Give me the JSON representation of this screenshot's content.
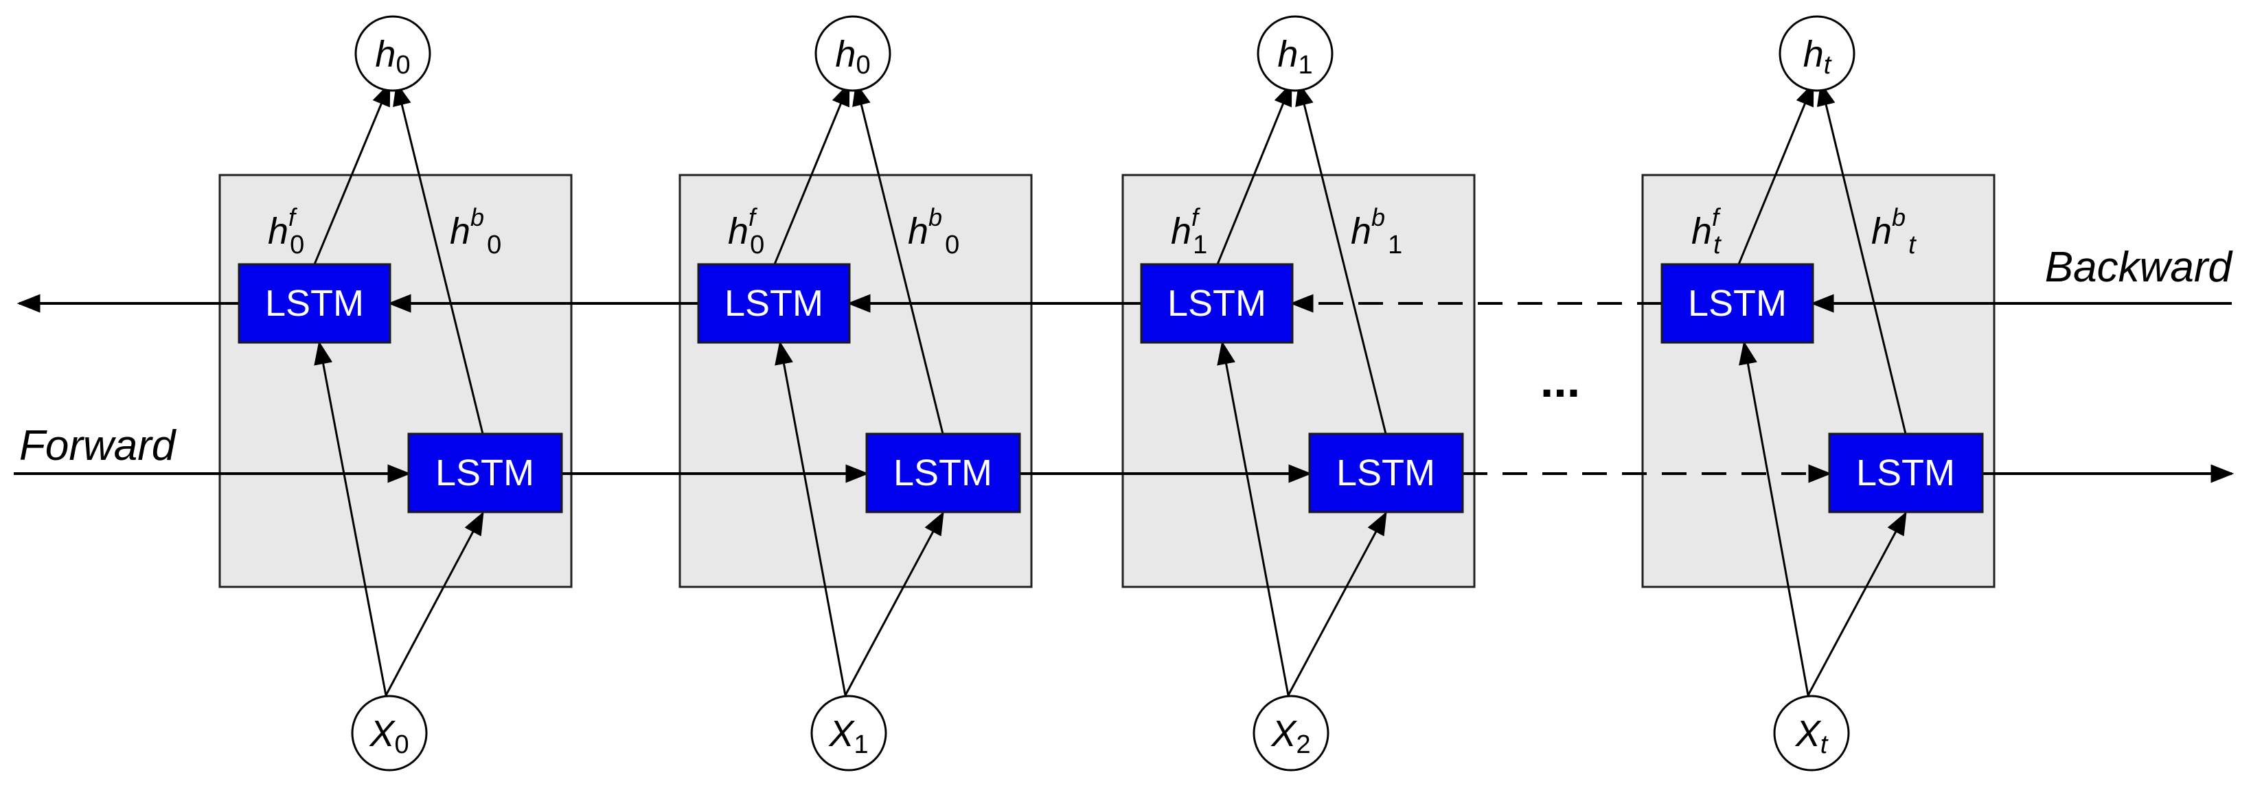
{
  "labels": {
    "forward": "Forward",
    "backward": "Backward",
    "ellipsis": "...",
    "lstm": "LSTM"
  },
  "colors": {
    "lstm_fill": "#0000ee",
    "block_fill": "#e8e8e8",
    "line": "#000000"
  },
  "blocks": [
    {
      "output": {
        "base": "h",
        "sub": "0"
      },
      "input": {
        "base": "X",
        "sub": "0"
      },
      "hf": {
        "base": "h",
        "sup": "f",
        "sub": "0"
      },
      "hb": {
        "base": "h",
        "sup": "b",
        "sub": "0"
      }
    },
    {
      "output": {
        "base": "h",
        "sub": "0"
      },
      "input": {
        "base": "X",
        "sub": "1"
      },
      "hf": {
        "base": "h",
        "sup": "f",
        "sub": "0"
      },
      "hb": {
        "base": "h",
        "sup": "b",
        "sub": "0"
      }
    },
    {
      "output": {
        "base": "h",
        "sub": "1"
      },
      "input": {
        "base": "X",
        "sub": "2"
      },
      "hf": {
        "base": "h",
        "sup": "f",
        "sub": "1"
      },
      "hb": {
        "base": "h",
        "sup": "b",
        "sub": "1"
      }
    },
    {
      "output": {
        "base": "h",
        "sub": "t"
      },
      "input": {
        "base": "X",
        "sub": "t"
      },
      "hf": {
        "base": "h",
        "sup": "f",
        "sub": "t"
      },
      "hb": {
        "base": "h",
        "sup": "b",
        "sub": "t"
      }
    }
  ]
}
